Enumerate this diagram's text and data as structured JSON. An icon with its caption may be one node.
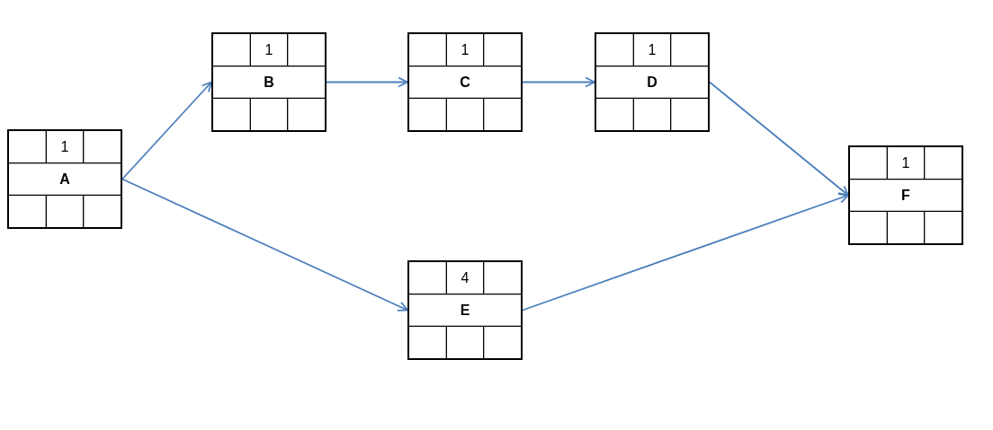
{
  "diagram": {
    "nodes": [
      {
        "text": [
          "1",
          "A"
        ]
      },
      {
        "text": [
          "1",
          "B"
        ]
      },
      {
        "text": [
          "1",
          "C"
        ]
      },
      {
        "text": [
          "1",
          "D"
        ]
      },
      {
        "text": [
          "4",
          "E"
        ]
      },
      {
        "text": [
          "1",
          "F"
        ]
      }
    ],
    "edges": [
      {
        "from": 0,
        "to": 1,
        "arrow": "to"
      },
      {
        "from": 1,
        "to": 2,
        "arrow": "to"
      },
      {
        "from": 2,
        "to": 3,
        "arrow": "to"
      },
      {
        "from": 3,
        "to": 5,
        "arrow": "to"
      },
      {
        "from": 0,
        "to": 4,
        "arrow": "to"
      },
      {
        "from": 4,
        "to": 5,
        "arrow": "to"
      }
    ]
  }
}
